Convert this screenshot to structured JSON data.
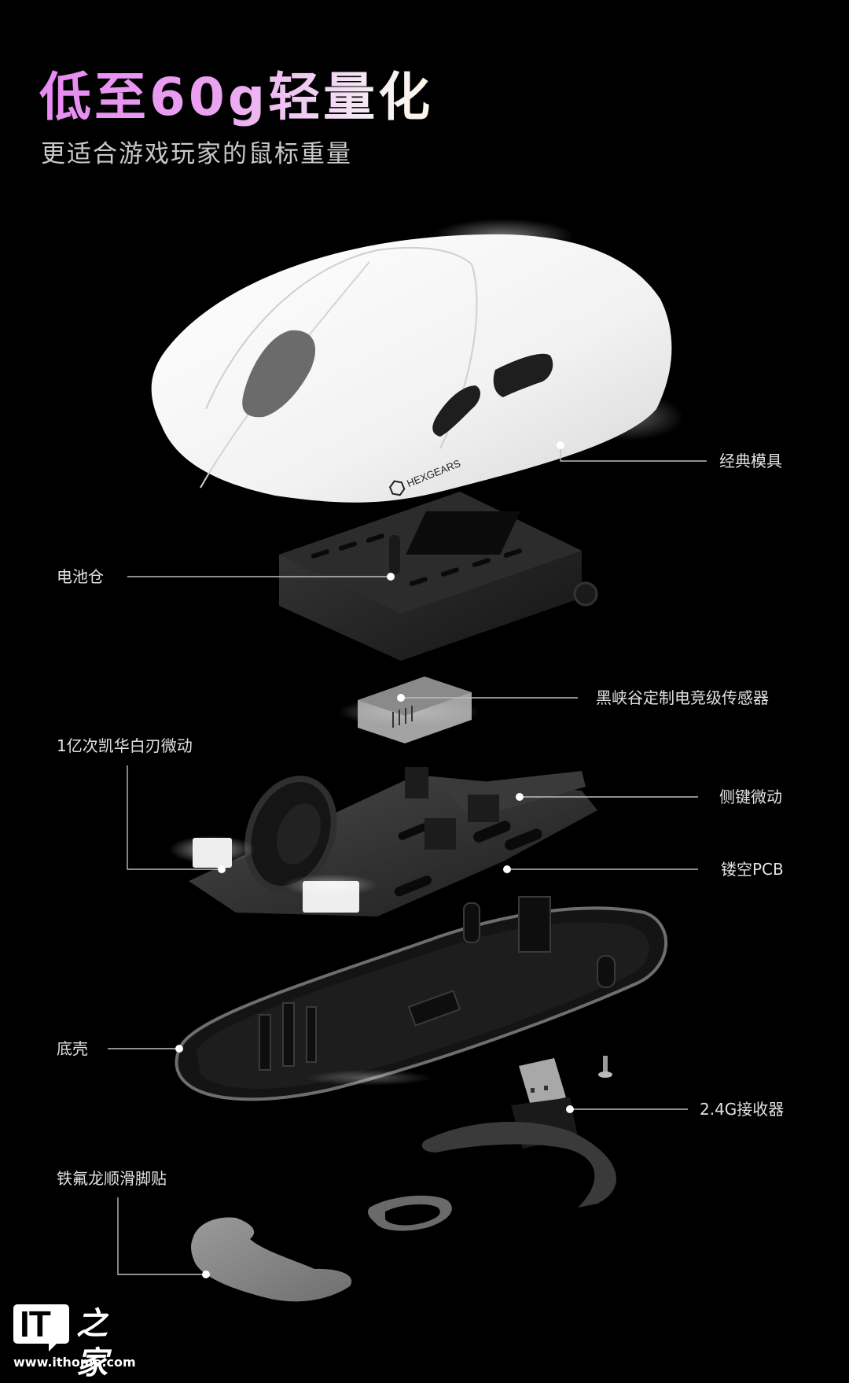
{
  "header": {
    "title": "低至60g轻量化",
    "subtitle": "更适合游戏玩家的鼠标重量"
  },
  "product": {
    "brand_mark": "HEXGEARS"
  },
  "callouts": [
    {
      "id": "shell",
      "label": "经典模具",
      "side": "right"
    },
    {
      "id": "battery",
      "label": "电池仓",
      "side": "left"
    },
    {
      "id": "sensor",
      "label": "黑峡谷定制电竞级传感器",
      "side": "right"
    },
    {
      "id": "main-switch",
      "label": "1亿次凯华白刃微动",
      "side": "left"
    },
    {
      "id": "side-switch",
      "label": "侧键微动",
      "side": "right"
    },
    {
      "id": "pcb",
      "label": "镂空PCB",
      "side": "right"
    },
    {
      "id": "bottom-shell",
      "label": "底壳",
      "side": "left"
    },
    {
      "id": "receiver",
      "label": "2.4G接收器",
      "side": "right"
    },
    {
      "id": "feet",
      "label": "铁氟龙顺滑脚贴",
      "side": "left"
    }
  ],
  "watermark": {
    "logo_text": "IT",
    "logo_suffix": "之家",
    "url": "www.ithome.com"
  },
  "colors": {
    "background": "#000000",
    "title_gradient_start": "#e889f2",
    "title_gradient_end": "#fff8e8",
    "label_text": "#e2e2e2",
    "leader_line": "#bdbdbd"
  }
}
